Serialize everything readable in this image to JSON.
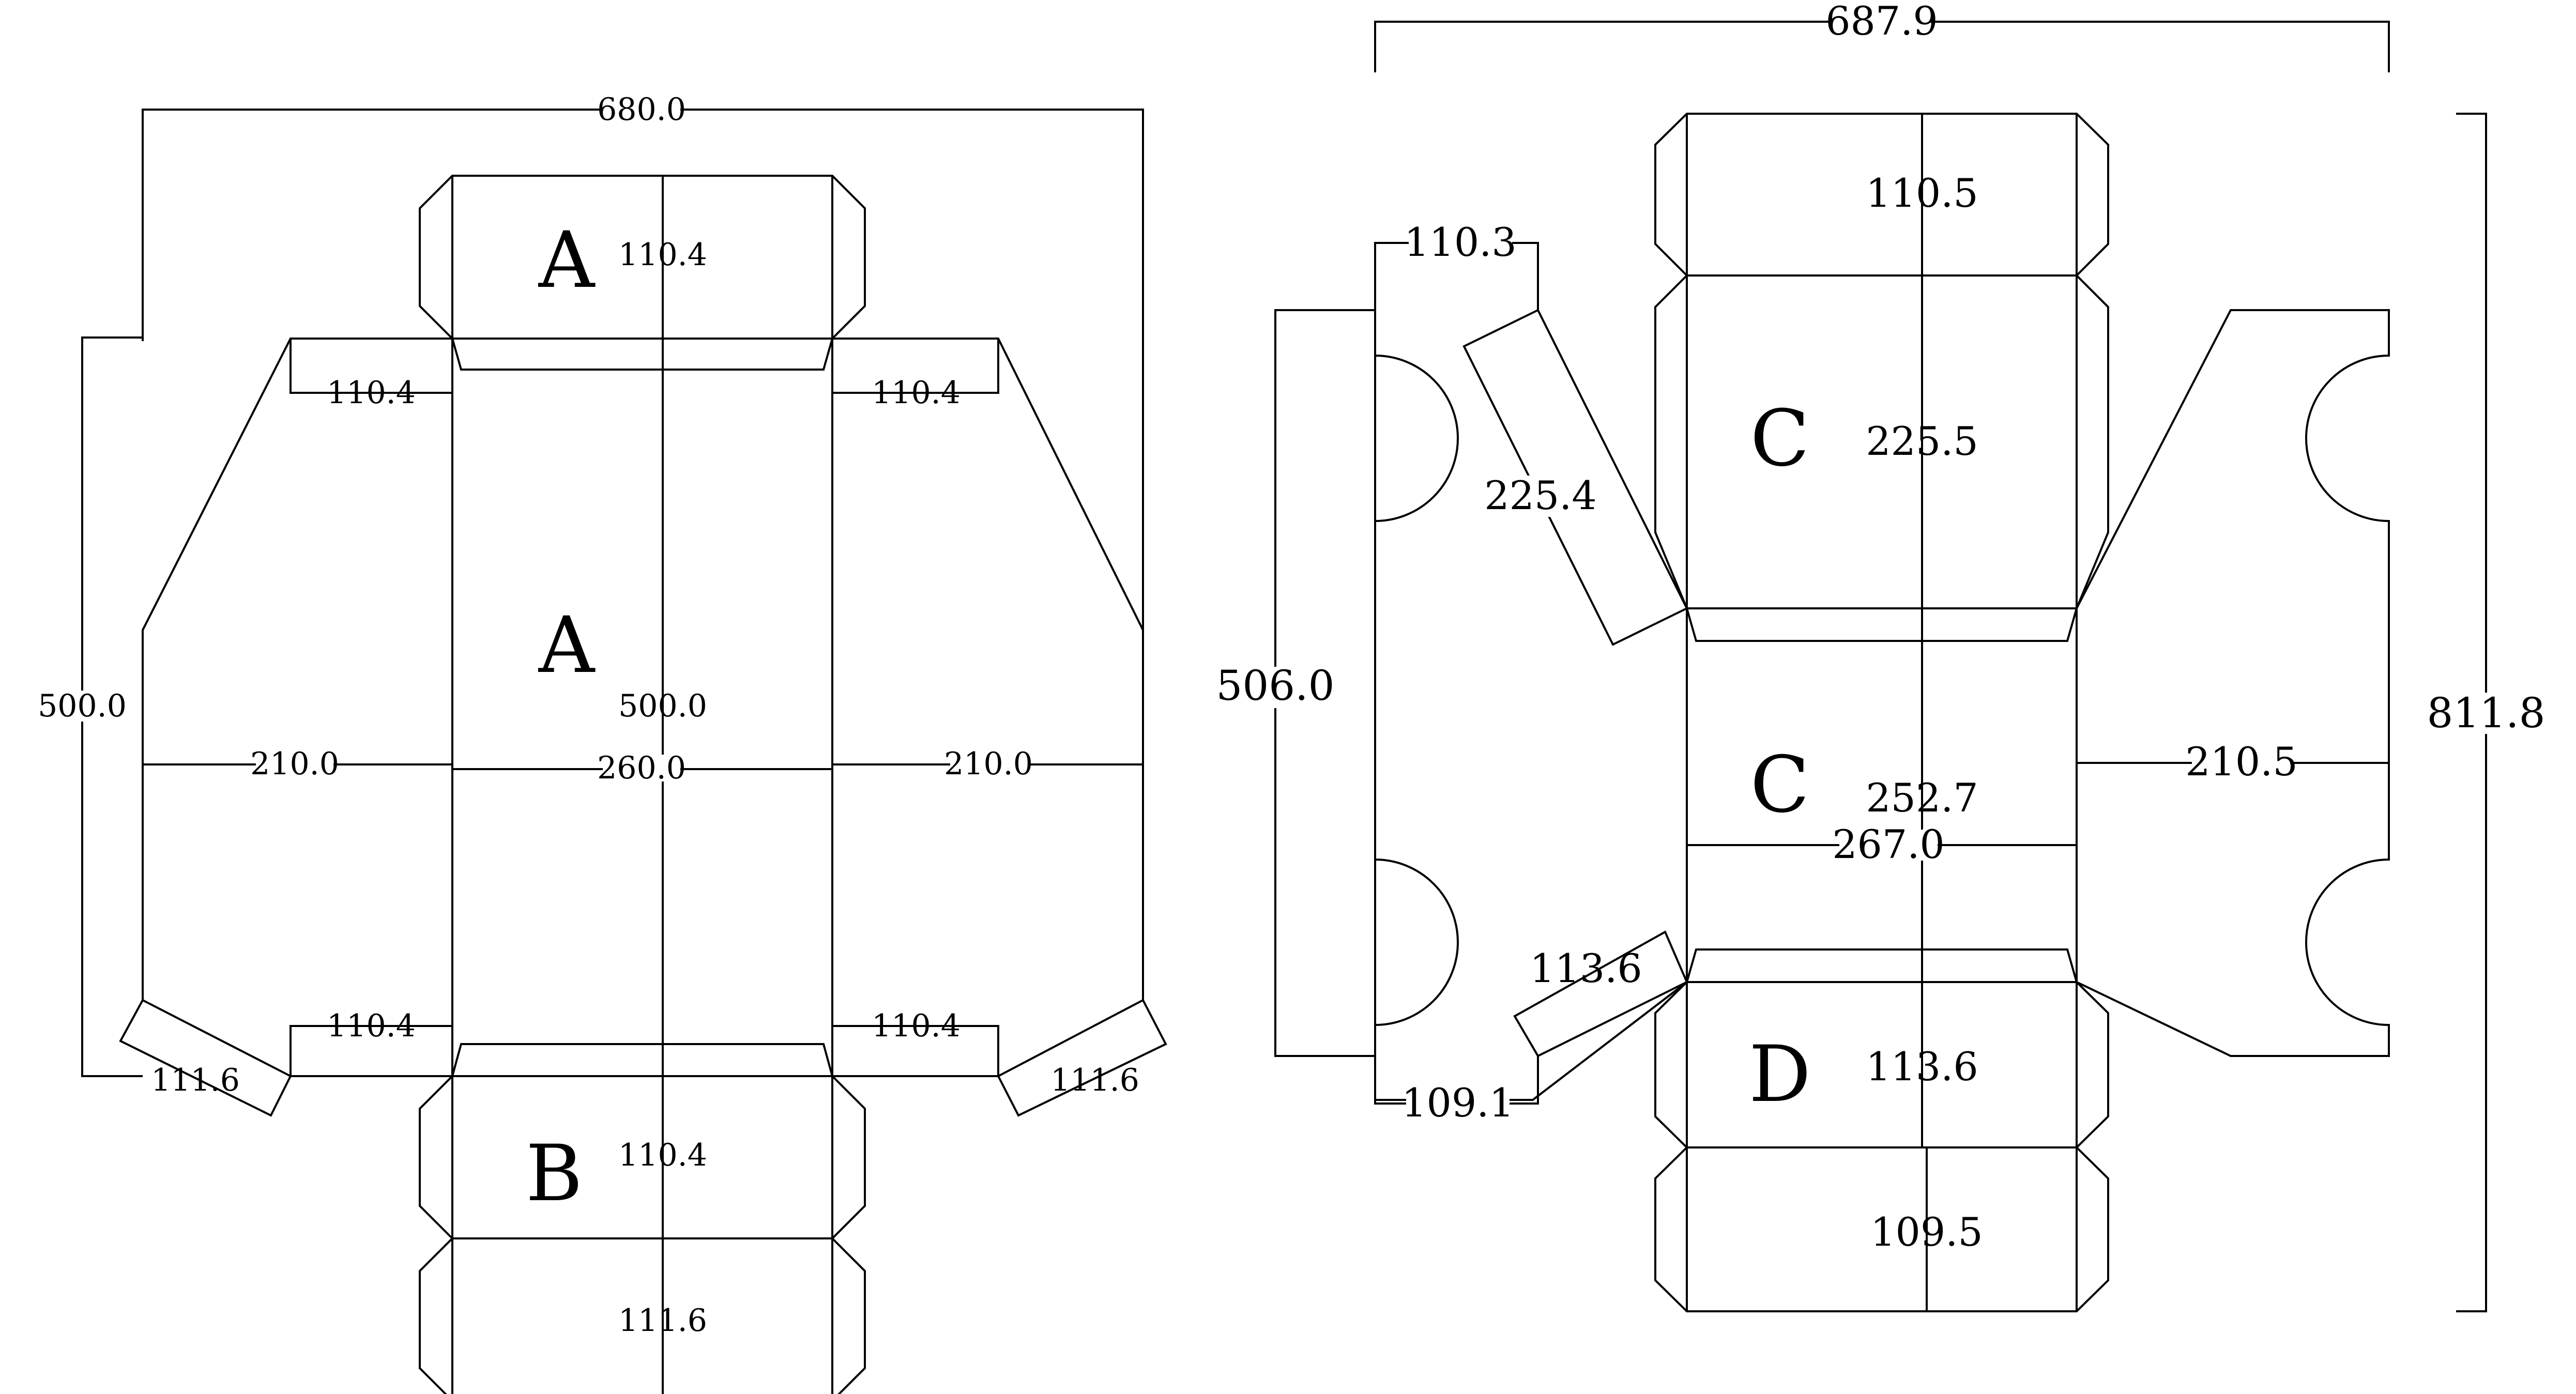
{
  "left_net": {
    "dimensions": {
      "width_total": "680.0",
      "top_lid_depth": "110.4",
      "top_left_flap": "110.4",
      "top_right_flap": "110.4",
      "height_left": "500.0",
      "height_center": "500.0",
      "side_left_width": "210.0",
      "center_width": "260.0",
      "side_right_width": "210.0",
      "bottom_left_flap": "110.4",
      "bottom_right_flap": "110.4",
      "tab_left": "111.6",
      "tab_right": "111.6",
      "bottom_lid_depth": "110.4",
      "bottom_extension": "111.6"
    },
    "panel_labels": {
      "top_lid": "A",
      "main_panel": "A",
      "bottom_lid": "B"
    }
  },
  "right_net": {
    "dimensions": {
      "width_total": "687.9",
      "height_total": "811.8",
      "top_extension": "110.5",
      "flap_top_width": "110.3",
      "upper_panel": "225.5",
      "slant_flap": "225.4",
      "left_height": "506.0",
      "center_panel": "252.7",
      "center_width": "267.0",
      "right_side_width": "210.5",
      "lower_slant_flap": "113.6",
      "flap_bottom_width": "109.1",
      "lower_lid": "113.6",
      "bottom_extension": "109.5"
    },
    "panel_labels": {
      "upper_panel": "C",
      "center_panel": "C",
      "lower_lid": "D"
    }
  }
}
